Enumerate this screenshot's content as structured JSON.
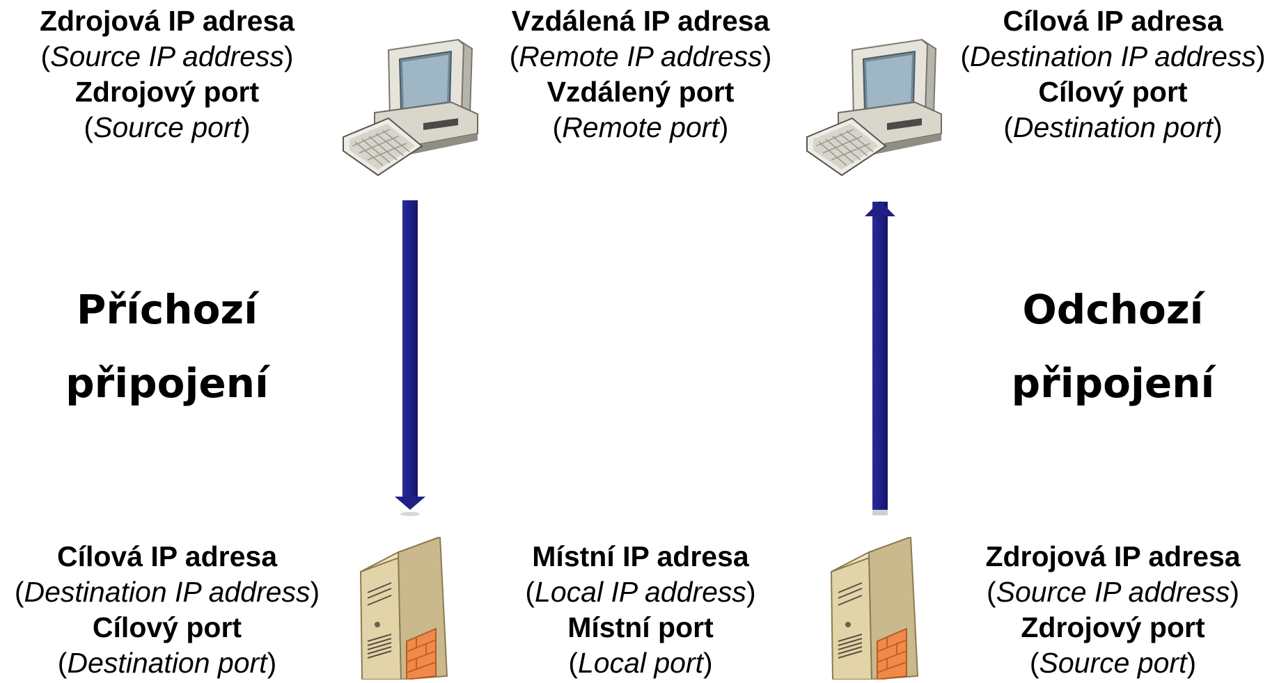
{
  "remote_source": {
    "ip_title": "Zdrojová IP adresa",
    "ip_en": "Source IP address",
    "port_title": "Zdrojový port",
    "port_en": "Source port"
  },
  "remote_middle": {
    "ip_title": "Vzdálená IP adresa",
    "ip_en": "Remote IP address",
    "port_title": "Vzdálený port",
    "port_en": "Remote port"
  },
  "remote_destination": {
    "ip_title": "Cílová IP adresa",
    "ip_en": "Destination IP address",
    "port_title": "Cílový port",
    "port_en": "Destination port"
  },
  "local_destination": {
    "ip_title": "Cílová IP adresa",
    "ip_en": "Destination IP address",
    "port_title": "Cílový port",
    "port_en": "Destination port"
  },
  "local_middle": {
    "ip_title": "Místní IP adresa",
    "ip_en": "Local IP address",
    "port_title": "Místní port",
    "port_en": "Local port"
  },
  "local_source": {
    "ip_title": "Zdrojová IP adresa",
    "ip_en": "Source IP address",
    "port_title": "Zdrojový port",
    "port_en": "Source port"
  },
  "incoming": {
    "line1": "Příchozí",
    "line2": "připojení"
  },
  "outgoing": {
    "line1": "Odchozí",
    "line2": "připojení"
  },
  "icons": {
    "remote_left": "desktop-computer-icon",
    "remote_right": "desktop-computer-icon",
    "local_left": "server-firewall-icon",
    "local_right": "server-firewall-icon"
  },
  "colors": {
    "arrow": "#1f1f86",
    "text": "#000000"
  }
}
